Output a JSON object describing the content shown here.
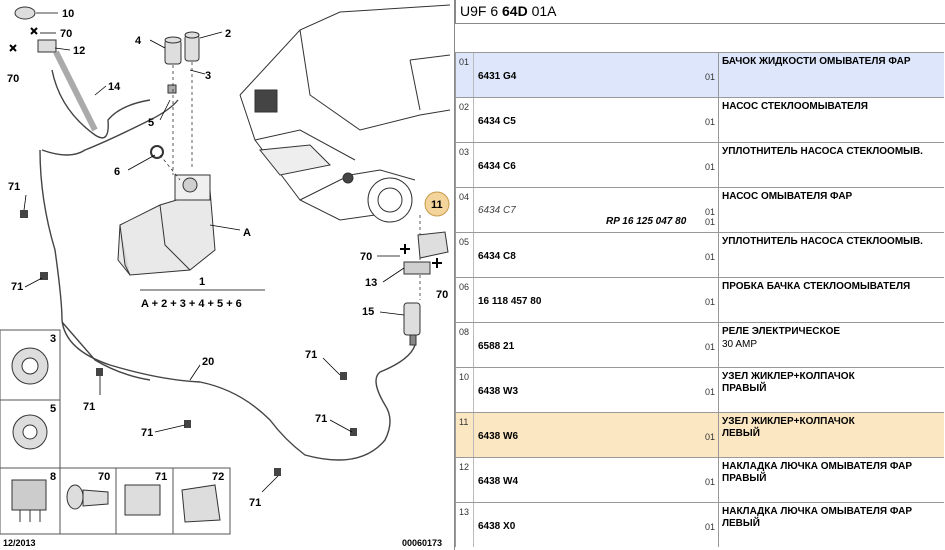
{
  "header": {
    "prefix": "U9F 6 ",
    "bold": "64D",
    "suffix": " 01A"
  },
  "diagram": {
    "date": "12/2013",
    "code": "00060173",
    "assembly_formula": "A + 2 + 3 + 4 + 5 + 6",
    "callouts": {
      "c1": "1",
      "c2": "2",
      "c3": "3",
      "c4": "4",
      "c5": "5",
      "c6": "6",
      "c10": "10",
      "c11": "11",
      "c12": "12",
      "c13": "13",
      "c14": "14",
      "c15": "15",
      "c20": "20",
      "cA": "A",
      "c70a": "70",
      "c70b": "70",
      "c70c": "70",
      "c70d": "70",
      "c71a": "71",
      "c71b": "71",
      "c71c": "71",
      "c71d": "71",
      "c71e": "71",
      "c71f": "71",
      "c71g": "71",
      "k3": "3",
      "k5": "5",
      "k8": "8",
      "k70": "70",
      "k71": "71",
      "k72": "72"
    },
    "colors": {
      "callout_11": "#f3d49b"
    }
  },
  "parts": [
    {
      "num": "01",
      "ref": "6431 G4",
      "qty": "01",
      "desc": "БАЧОК ЖИДКОСТИ ОМЫВАТЕЛЯ ФАР",
      "state": "selected"
    },
    {
      "num": "02",
      "ref": "6434 C5",
      "qty": "01",
      "desc": "НАСОС СТЕКЛООМЫВАТЕЛЯ"
    },
    {
      "num": "03",
      "ref": "6434 C6",
      "qty": "01",
      "desc": "УПЛОТНИТЕЛЬ НАСОСА СТЕКЛООМЫВ."
    },
    {
      "num": "04",
      "ref": "6434 C7",
      "ref_style": "italic",
      "rp": "RP 16 125 047 80",
      "qty": "01",
      "qty2": "01",
      "desc": "НАСОС ОМЫВАТЕЛЯ ФАР"
    },
    {
      "num": "05",
      "ref": "6434 C8",
      "qty": "01",
      "desc": "УПЛОТНИТЕЛЬ НАСОСА СТЕКЛООМЫВ."
    },
    {
      "num": "06",
      "ref": "16 118 457 80",
      "qty": "01",
      "desc": "ПРОБКА БАЧКА СТЕКЛООМЫВАТЕЛЯ"
    },
    {
      "num": "08",
      "ref": "6588 21",
      "qty": "01",
      "desc": "РЕЛЕ ЭЛЕКТРИЧЕСКОЕ",
      "desc2": "30 AMP"
    },
    {
      "num": "10",
      "ref": "6438 W3",
      "qty": "01",
      "desc": "УЗЕЛ ЖИКЛЕР+КОЛПАЧОК\nПРАВЫЙ"
    },
    {
      "num": "11",
      "ref": "6438 W6",
      "qty": "01",
      "desc": "УЗЕЛ ЖИКЛЕР+КОЛПАЧОК\nЛЕВЫЙ",
      "state": "highlight"
    },
    {
      "num": "12",
      "ref": "6438 W4",
      "qty": "01",
      "desc": "НАКЛАДКА ЛЮЧКА ОМЫВАТЕЛЯ ФАР\nПРАВЫЙ"
    },
    {
      "num": "13",
      "ref": "6438 X0",
      "qty": "01",
      "desc": "НАКЛАДКА ЛЮЧКА ОМЫВАТЕЛЯ ФАР\nЛЕВЫЙ"
    }
  ]
}
